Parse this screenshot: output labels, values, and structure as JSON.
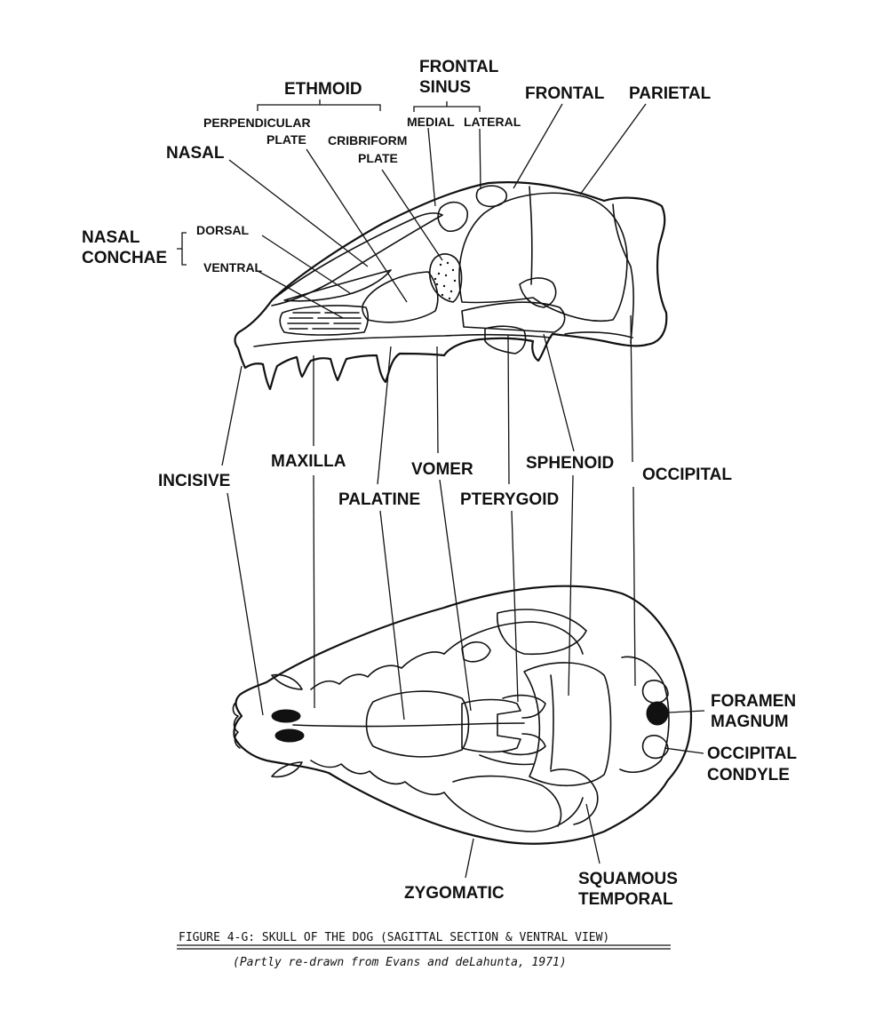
{
  "labels": {
    "frontal_sinus_1": "FRONTAL",
    "frontal_sinus_2": "SINUS",
    "ethmoid": "ETHMOID",
    "frontal": "FRONTAL",
    "parietal": "PARIETAL",
    "perpendicular_1": "PERPENDICULAR",
    "perpendicular_2": "PLATE",
    "medial": "MEDIAL",
    "lateral": "LATERAL",
    "cribriform_1": "CRIBRIFORM",
    "cribriform_2": "PLATE",
    "nasal": "NASAL",
    "nasal_conchae_1": "NASAL",
    "nasal_conchae_2": "CONCHAE",
    "dorsal": "DORSAL",
    "ventral": "VENTRAL",
    "incisive": "INCISIVE",
    "maxilla": "MAXILLA",
    "vomer": "VOMER",
    "sphenoid": "SPHENOID",
    "occipital": "OCCIPITAL",
    "palatine": "PALATINE",
    "pterygoid": "PTERYGOID",
    "foramen_1": "FORAMEN",
    "foramen_2": "MAGNUM",
    "condyle_1": "OCCIPITAL",
    "condyle_2": "CONDYLE",
    "zygomatic": "ZYGOMATIC",
    "squamous_1": "SQUAMOUS",
    "squamous_2": "TEMPORAL"
  },
  "caption": {
    "title": "FIGURE 4-G:  SKULL OF THE DOG (SAGITTAL SECTION & VENTRAL VIEW)",
    "source": "(Partly re-drawn from Evans and deLahunta, 1971)"
  }
}
